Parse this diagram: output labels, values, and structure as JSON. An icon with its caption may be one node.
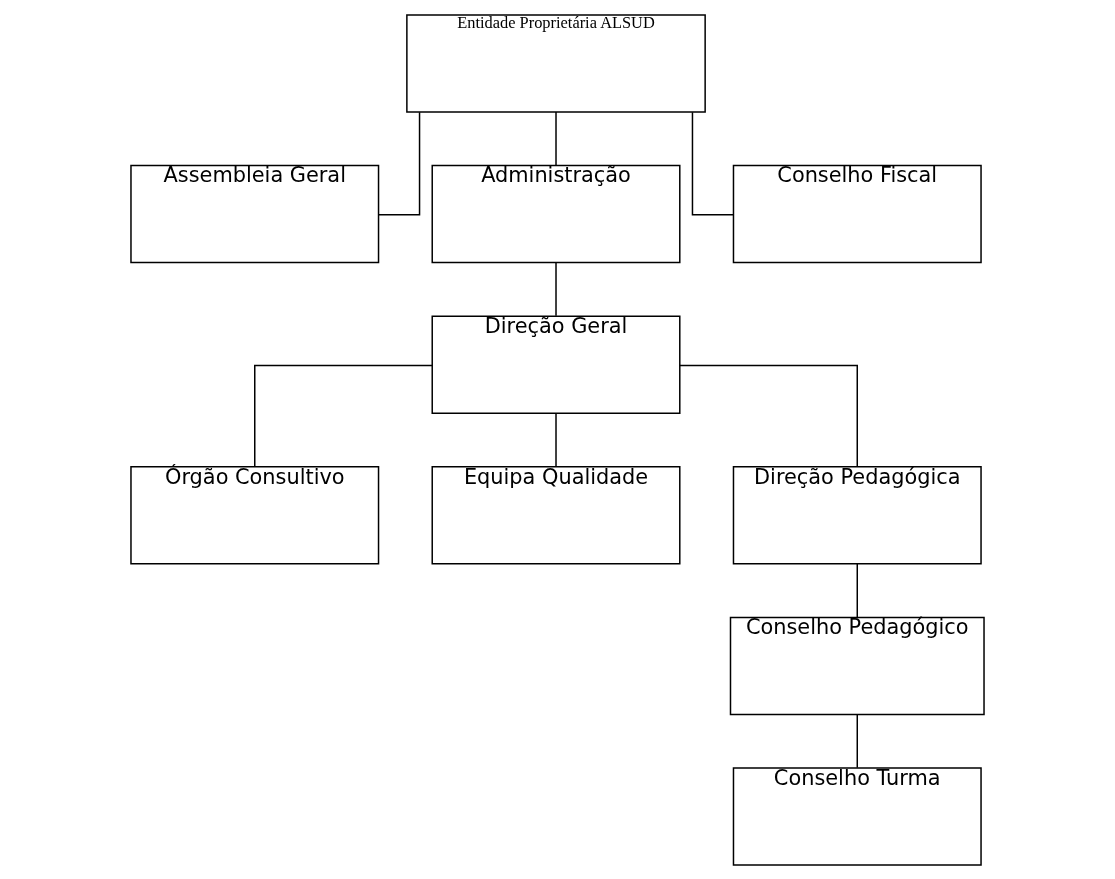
{
  "diagram": {
    "nodes": [
      {
        "text": [
          "Entidade Proprietária ALSUD"
        ]
      },
      {
        "text": [
          "Assembleia Geral"
        ]
      },
      {
        "text": [
          "Administração"
        ]
      },
      {
        "text": [
          "Conselho Fiscal"
        ]
      },
      {
        "text": [
          "Direção Geral"
        ]
      },
      {
        "text": [
          "Órgão Consultivo"
        ]
      },
      {
        "text": [
          "Equipa Qualidade"
        ]
      },
      {
        "text": [
          "Direção Pedagógica"
        ]
      },
      {
        "text": [
          "Conselho Pedagógico"
        ]
      },
      {
        "text": [
          "Conselho Turma"
        ]
      }
    ],
    "edges": [
      {
        "from": 0,
        "to": 1,
        "arrow": "none"
      },
      {
        "from": 0,
        "to": 2,
        "arrow": "none"
      },
      {
        "from": 0,
        "to": 3,
        "arrow": "none"
      },
      {
        "from": 2,
        "to": 4,
        "arrow": "none"
      },
      {
        "from": 4,
        "to": 5,
        "arrow": "none"
      },
      {
        "from": 4,
        "to": 6,
        "arrow": "none"
      },
      {
        "from": 4,
        "to": 7,
        "arrow": "none"
      },
      {
        "from": 7,
        "to": 8,
        "arrow": "none"
      },
      {
        "from": 8,
        "to": 9,
        "arrow": "none"
      }
    ]
  }
}
